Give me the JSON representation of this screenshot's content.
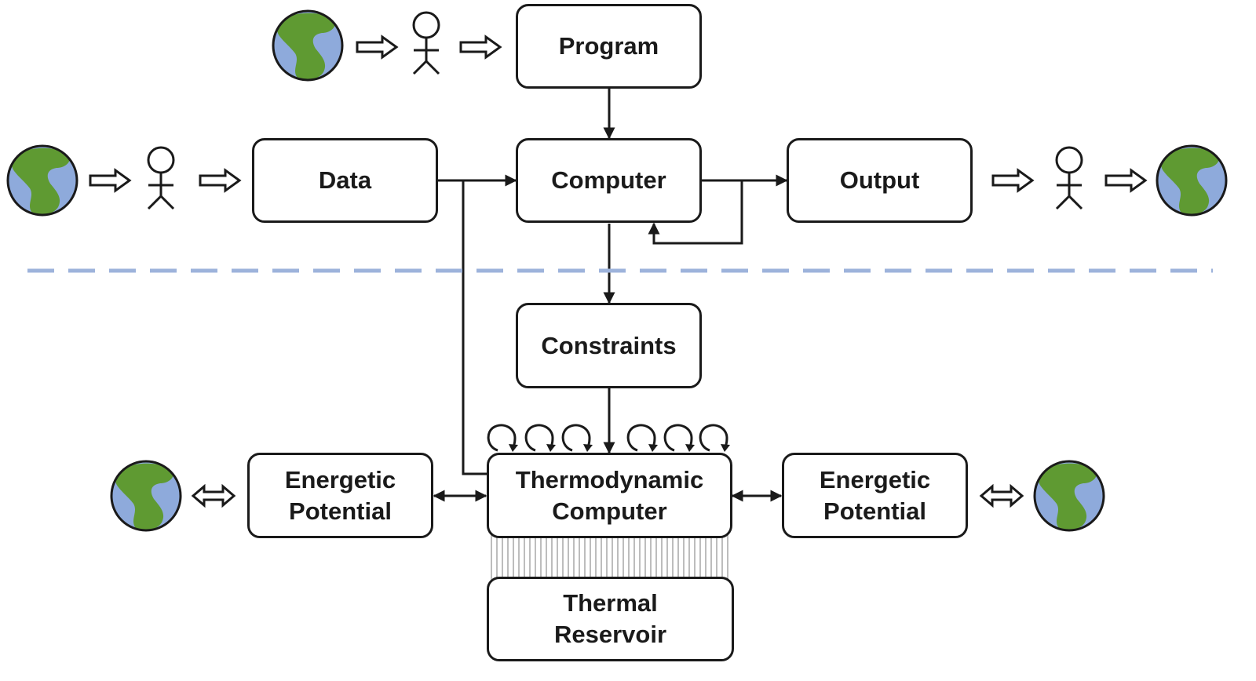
{
  "colors": {
    "stroke": "#1a1a1a",
    "earth_ocean": "#8eaadb",
    "earth_land": "#5f9a32",
    "divider": "#9db3db",
    "hatch": "#bdbdbd"
  },
  "icons": {
    "earth": "earth-icon",
    "person": "person-icon",
    "double_arrow_right": "double-arrow-right-icon",
    "double_arrow_both": "double-arrow-both-icon",
    "loop": "loop-arrow-icon"
  },
  "boxes": {
    "program": "Program",
    "data": "Data",
    "computer": "Computer",
    "output": "Output",
    "constraints": "Constraints",
    "energetic_left": [
      "Energetic",
      "Potential"
    ],
    "thermo_computer": [
      "Thermodynamic",
      "Computer"
    ],
    "thermal_reservoir": [
      "Thermal",
      "Reservoir"
    ],
    "energetic_right": [
      "Energetic",
      "Potential"
    ]
  }
}
